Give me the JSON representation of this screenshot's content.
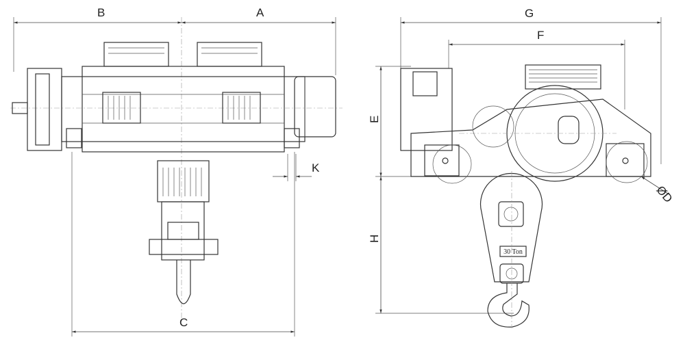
{
  "title": "Electric wire rope hoist dimension drawing",
  "dimensions": {
    "a": "A",
    "b": "B",
    "c": "C",
    "k": "K",
    "g": "G",
    "f": "F",
    "e": "E",
    "h": "H",
    "d": "ØD"
  },
  "hook_plate": "30 Ton",
  "colors": {
    "line": "#333333",
    "background": "#ffffff"
  }
}
